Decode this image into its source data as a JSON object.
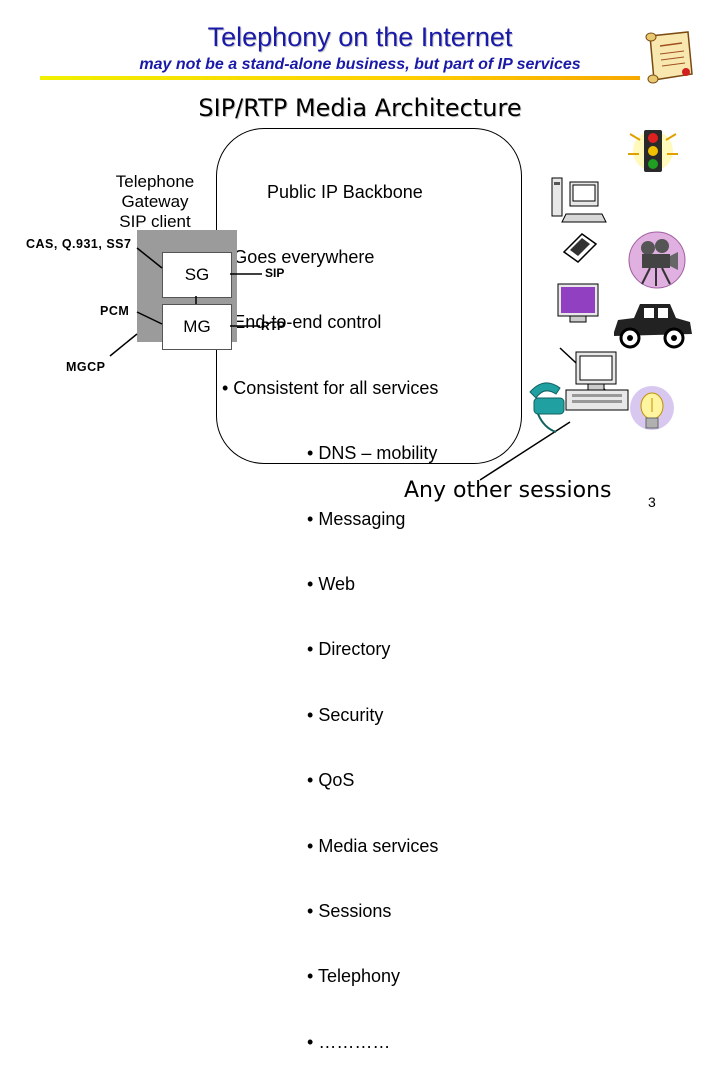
{
  "header": {
    "title": "Telephony on the Internet",
    "subtitle": "may not be a stand-alone business, but part of IP services",
    "accent_color": "#1a1aa8",
    "underline_color": "#ffd000"
  },
  "section_title": "SIP/RTP Media Architecture",
  "backbone": {
    "lines": [
      "         Public IP Backbone",
      "• Goes everywhere",
      "• End-to-end control",
      "• Consistent for all services",
      "                 • DNS – mobility",
      "                 • Messaging",
      "                 • Web",
      "                 • Directory",
      "                 • Security",
      "                 • QoS",
      "                 • Media services",
      "                 • Sessions",
      "                 • Telephony",
      "                 • …………"
    ]
  },
  "gateway": {
    "label_lines": [
      "Telephone",
      "Gateway",
      "SIP client"
    ],
    "sg_label": "SG",
    "mg_label": "MG",
    "box_color": "#9b9b9b"
  },
  "interfaces": {
    "cas": "CAS, Q.931, SS7",
    "pcm": "PCM",
    "mgcp": "MGCP",
    "sip": "SIP",
    "rtp": "RTP"
  },
  "footer": {
    "any_other_sessions": "Any other sessions",
    "page_number": "3"
  },
  "icons": [
    "scroll-icon",
    "traffic-light-icon",
    "computer-icon",
    "telephone-icon",
    "movie-camera-icon",
    "monitor-icon",
    "car-icon",
    "desk-phone-computer-icon",
    "light-bulb-icon"
  ]
}
